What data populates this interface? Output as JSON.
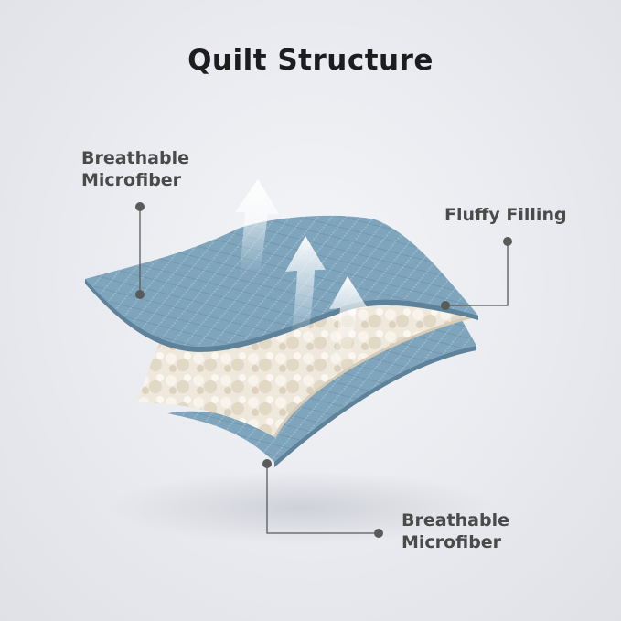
{
  "title": "Quilt Structure",
  "labels": {
    "top_layer": [
      "Breathable",
      "Microfiber"
    ],
    "filling": "Fluffy Filling",
    "bottom_layer": [
      "Breathable",
      "Microfiber"
    ]
  },
  "colors": {
    "fabric": "#7fa5bd",
    "fabric_dark": "#5d8299",
    "filling": "#f1ebe0",
    "leader_line": "#5a5a5a",
    "text": "#4a4a4a",
    "title": "#1d1d1f"
  },
  "icons": [
    "airflow-arrow-icon",
    "airflow-arrow-icon",
    "airflow-arrow-icon"
  ]
}
